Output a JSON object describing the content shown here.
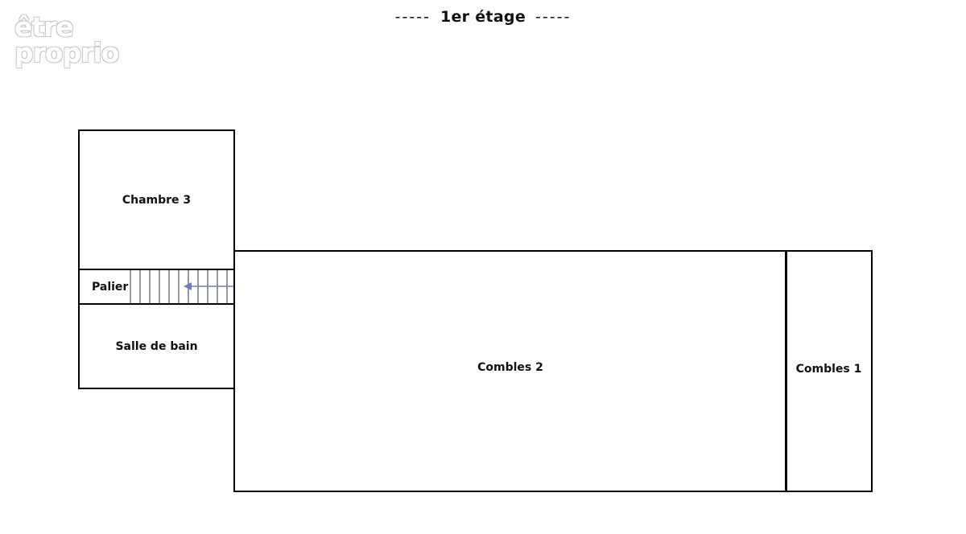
{
  "title": {
    "dashes_left": "-----",
    "text": "1er étage",
    "dashes_right": "-----"
  },
  "logo": {
    "line1": "être",
    "line2": "proprio"
  },
  "rooms": {
    "chambre3": "Chambre 3",
    "palier": "Palier",
    "salle_de_bain": "Salle de bain",
    "combles2": "Combles 2",
    "combles1": "Combles 1"
  },
  "colors": {
    "walls": "#000000",
    "stair_arrow": "#6b7bc4",
    "logo_outline": "#bdbdbd"
  }
}
